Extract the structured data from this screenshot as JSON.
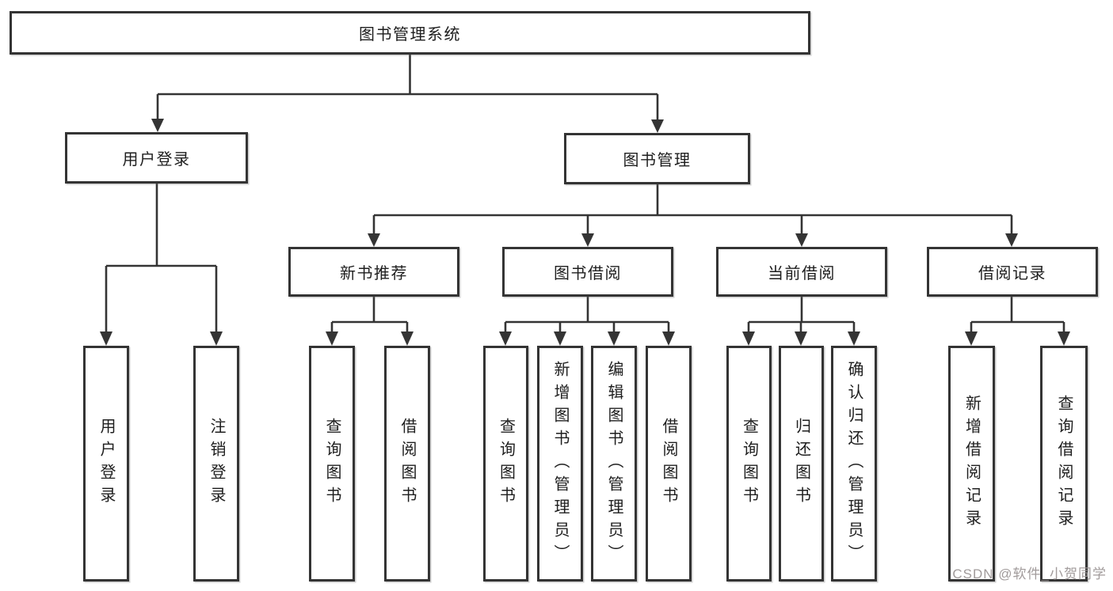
{
  "tree": {
    "root": {
      "label": "图书管理系统"
    },
    "branches": [
      {
        "label": "用户登录",
        "children": [
          {
            "label": "用户登录"
          },
          {
            "label": "注销登录"
          }
        ]
      },
      {
        "label": "图书管理",
        "children": [
          {
            "label": "新书推荐",
            "children": [
              {
                "label": "查询图书"
              },
              {
                "label": "借阅图书"
              }
            ]
          },
          {
            "label": "图书借阅",
            "children": [
              {
                "label": "查询图书"
              },
              {
                "label": "新增图书（管理员）"
              },
              {
                "label": "编辑图书（管理员）"
              },
              {
                "label": "借阅图书"
              }
            ]
          },
          {
            "label": "当前借阅",
            "children": [
              {
                "label": "查询图书"
              },
              {
                "label": "归还图书"
              },
              {
                "label": "确认归还（管理员）"
              }
            ]
          },
          {
            "label": "借阅记录",
            "children": [
              {
                "label": "新增借阅记录"
              },
              {
                "label": "查询借阅记录"
              }
            ]
          }
        ]
      }
    ]
  },
  "watermark": "CSDN @软件_小贺同学",
  "colors": {
    "line": "#343434",
    "text": "#1e1e1e",
    "background": "#ffffff",
    "watermark": "#9c9696"
  }
}
